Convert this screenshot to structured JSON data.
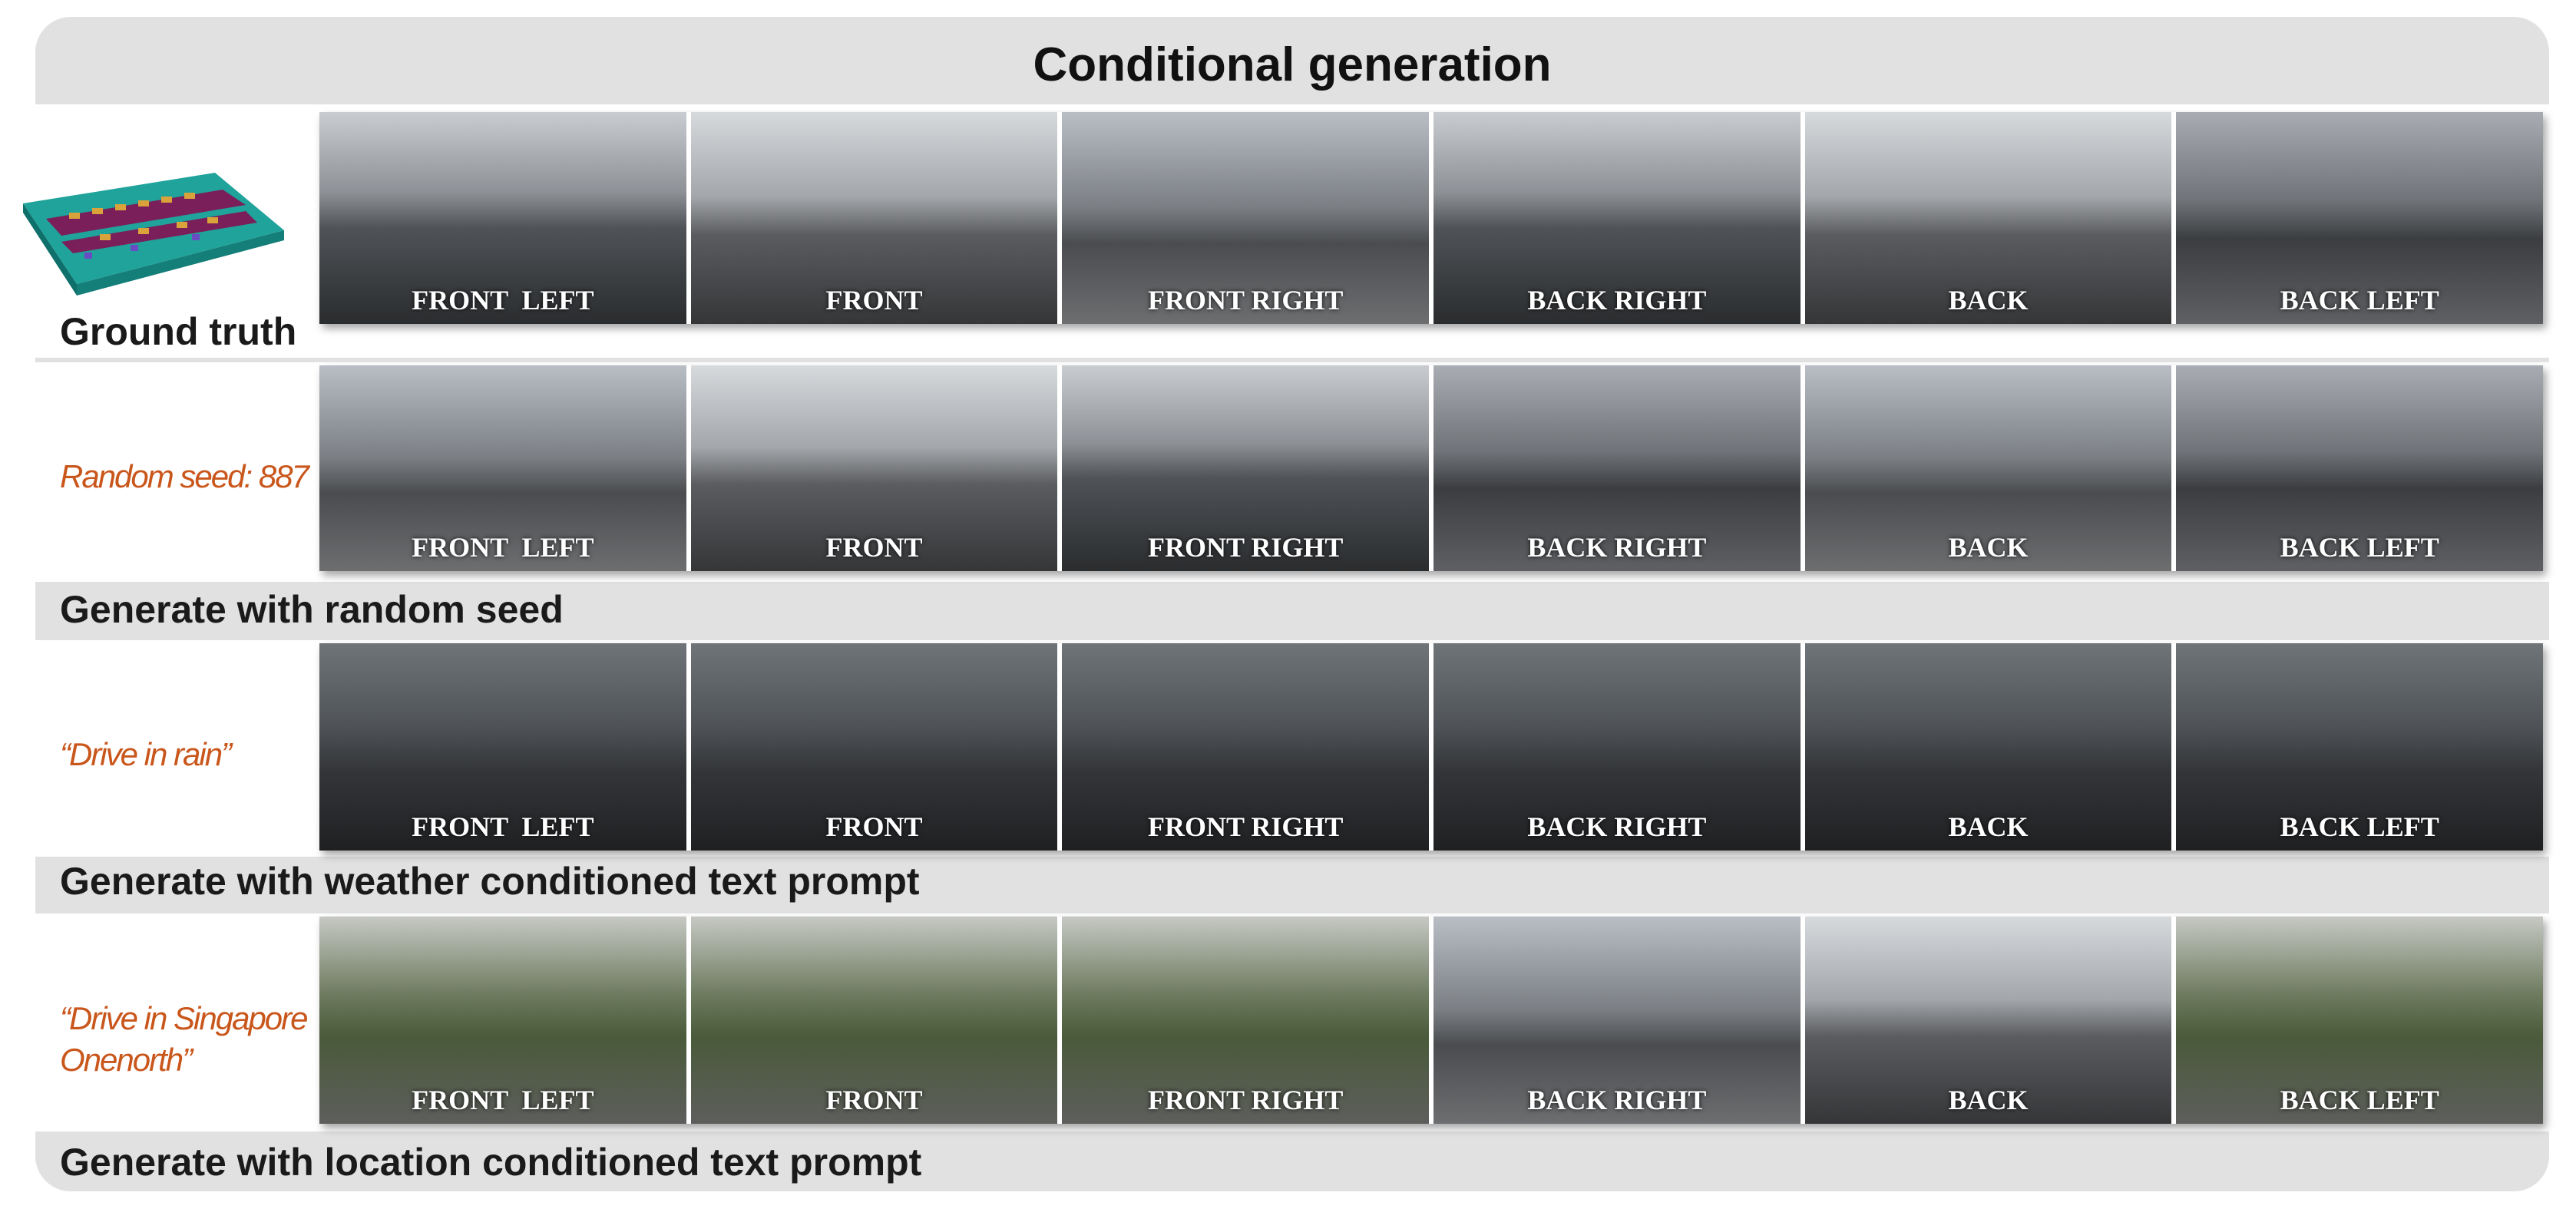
{
  "title": "Conditional generation",
  "camera_labels": [
    "FRONT  LEFT",
    "FRONT",
    "FRONT RIGHT",
    "BACK RIGHT",
    "BACK",
    "BACK LEFT"
  ],
  "rows": [
    {
      "caption": "Ground truth",
      "condition": ""
    },
    {
      "caption": "Generate with random seed",
      "condition": "Random seed: 887"
    },
    {
      "caption": "Generate with weather conditioned text prompt",
      "condition": "“Drive in rain”"
    },
    {
      "caption": "Generate with location conditioned text prompt",
      "condition": "“Drive in Singapore Onenorth”"
    }
  ],
  "colors": {
    "condition_text": "#c9561b",
    "panel_bg": "#e1e1e1"
  }
}
